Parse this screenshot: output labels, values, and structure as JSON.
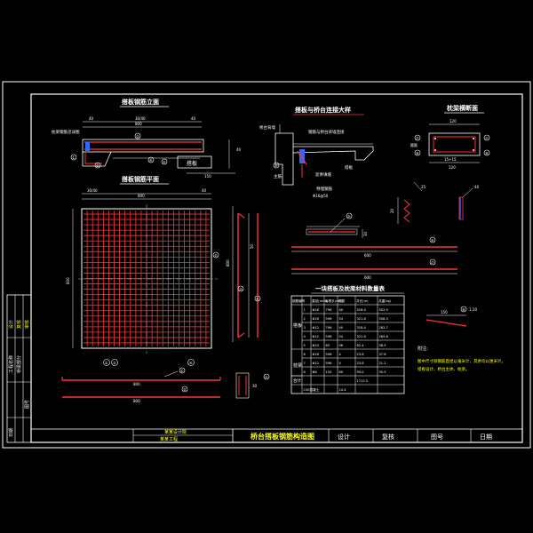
{
  "titles": {
    "elevation": "搭板钢筋立面",
    "plan": "搭板钢筋平面",
    "detail": "搭板与桥台连接大样",
    "beam_section": "枕梁横断面",
    "table": "一块搭板及枕梁材料数量表",
    "drawing": "桥台搭板钢筋构造图"
  },
  "labels": {
    "sleeper_beam_left": "枕梁钢筋见详图",
    "slab": "搭板",
    "pier_back": "桥台背墙",
    "bearing": "桥台",
    "dowel": "钢筋与桥台背墙连接",
    "asphalt": "沥青填缝",
    "anchor": "预埋钢筋",
    "anchor_dim": "Φ16@50",
    "slab_label": "搭板",
    "main_label": "主筋",
    "main2": "箍筋",
    "note_title": "附注:",
    "note_body": "图中尺寸除钢筋直径以毫米计，其余均以厘米计。",
    "note_body2": "搭板设计、桥台主体、枕梁。",
    "designer": "设计",
    "reviewer": "复核",
    "drawing_no": "图号",
    "date": "日期",
    "company": "某某设计院",
    "project": "某某工程",
    "side_1": "设计",
    "side_2": "复核",
    "side_3": "审核",
    "side_4": "工程名称",
    "side_5": "桥梁部分",
    "side_6": "图号",
    "side_7": "日期"
  },
  "dims": {
    "d1": "40",
    "d2": "30/40",
    "d3": "40",
    "d4": "800",
    "d5": "40",
    "d6": "30/40",
    "d7": "40",
    "d8": "600",
    "d9": "50",
    "d10": "800",
    "d11": "800",
    "d12": "30",
    "d13": "15+15",
    "d14": "120",
    "d15": "1:10",
    "d16": "150",
    "d17": "20",
    "d18": "25",
    "d19": "40"
  },
  "markers": [
    "①",
    "②",
    "③",
    "④",
    "⑤",
    "⑥",
    "⑦",
    "⑧"
  ],
  "table": {
    "headers": [
      "钢筋编号",
      "直径(mm)",
      "每根长(cm)",
      "根数",
      "共长(m)",
      "共重(kg)"
    ],
    "groups": [
      "搭板",
      "枕梁"
    ],
    "rows": [
      [
        "1",
        "Φ16",
        "796",
        "40",
        "318.4",
        "502.9"
      ],
      [
        "2",
        "Φ16",
        "596",
        "54",
        "321.8",
        "508.3"
      ],
      [
        "3",
        "Φ12",
        "796",
        "40",
        "318.4",
        "282.7"
      ],
      [
        "4",
        "Φ12",
        "596",
        "54",
        "321.8",
        "285.8"
      ],
      [
        "5",
        "Φ10",
        "65",
        "96",
        "62.4",
        "38.5"
      ],
      [
        "6",
        "Φ16",
        "596",
        "4",
        "23.8",
        "37.6"
      ],
      [
        "7",
        "Φ12",
        "596",
        "4",
        "23.8",
        "21.2"
      ],
      [
        "8",
        "Φ8",
        "150",
        "60",
        "90.0",
        "35.5"
      ]
    ],
    "total_label": "合计",
    "concrete_label": "C30混凝土",
    "concrete_value": "14.4",
    "total_value": "1712.5"
  }
}
